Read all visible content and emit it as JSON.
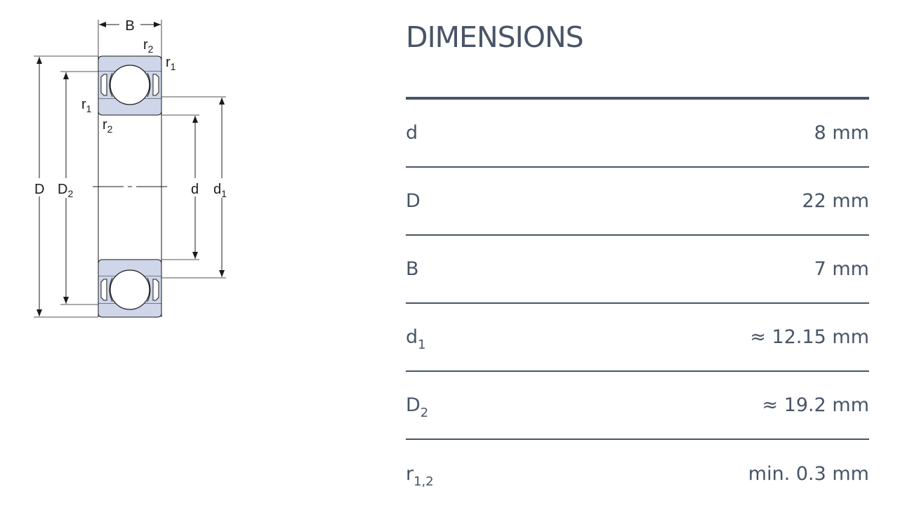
{
  "drawing": {
    "labels": {
      "B": "B",
      "D": "D",
      "D2_base": "D",
      "D2_sub": "2",
      "d": "d",
      "d1_base": "d",
      "d1_sub": "1",
      "r2_top_base": "r",
      "r2_top_sub": "2",
      "r1_right_base": "r",
      "r1_right_sub": "1",
      "r1_left_base": "r",
      "r1_left_sub": "1",
      "r2_bottom_base": "r",
      "r2_bottom_sub": "2"
    },
    "colors": {
      "ring_fill": "#cfd6ea",
      "line": "#1a1a1a"
    }
  },
  "heading": "DIMENSIONS",
  "colors": {
    "text": "#485566",
    "rule": "#485566"
  },
  "rows": [
    {
      "sym": "d",
      "sub": "",
      "value": "8 mm"
    },
    {
      "sym": "D",
      "sub": "",
      "value": "22 mm"
    },
    {
      "sym": "B",
      "sub": "",
      "value": "7 mm"
    },
    {
      "sym": "d",
      "sub": "1",
      "value": "≈ 12.15 mm"
    },
    {
      "sym": "D",
      "sub": "2",
      "value": "≈ 19.2 mm"
    },
    {
      "sym": "r",
      "sub": "1,2",
      "value": "min. 0.3 mm"
    }
  ]
}
